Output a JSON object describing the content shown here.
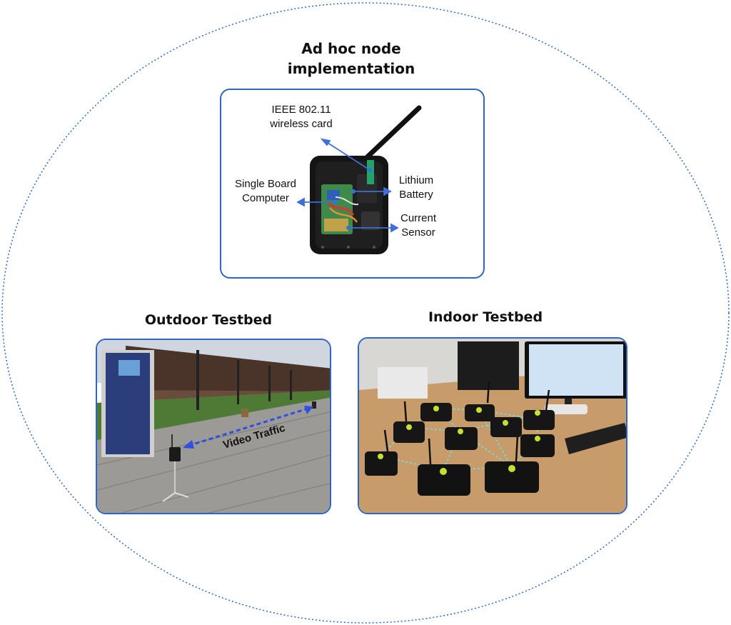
{
  "node_section": {
    "title_line1": "Ad hoc node",
    "title_line2": "implementation",
    "labels": {
      "wireless_card_line1": "IEEE 802.11",
      "wireless_card_line2": "wireless card",
      "sbc_line1": "Single Board",
      "sbc_line2": "Computer",
      "battery_line1": "Lithium",
      "battery_line2": "Battery",
      "sensor_line1": "Current",
      "sensor_line2": "Sensor"
    }
  },
  "outdoor": {
    "title": "Outdoor Testbed",
    "traffic_label": "Video Traffic"
  },
  "indoor": {
    "title": "Indoor Testbed"
  },
  "colors": {
    "accent": "#2f66c4",
    "arrow": "#3d6fd8",
    "mesh": "#6fe3e3",
    "node_led": "#c8e02a"
  }
}
